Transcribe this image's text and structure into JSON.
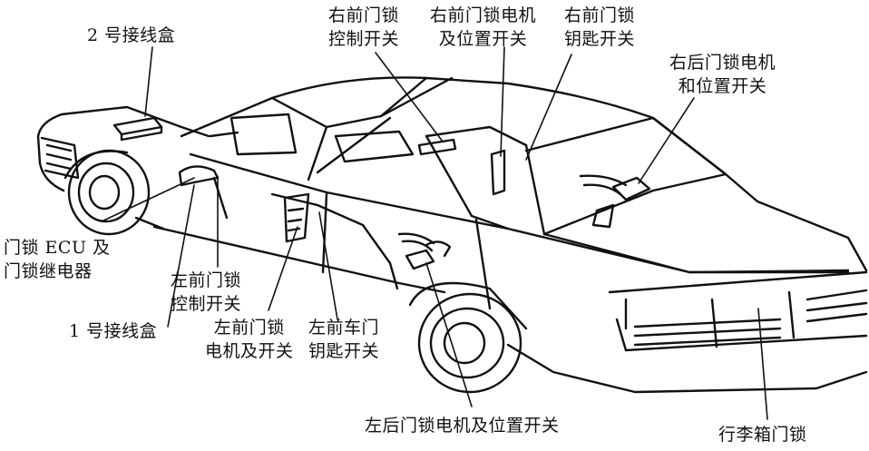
{
  "labels": {
    "junction_box_2": "2 号接线盒",
    "rf_lock_control_switch": "右前门锁\n控制开关",
    "rf_lock_motor_position_switch": "右前门锁电机\n及位置开关",
    "rf_lock_key_switch": "右前门锁\n钥匙开关",
    "rr_lock_motor_position_switch": "右后门锁电机\n和位置开关",
    "door_lock_ecu_relay": "门锁 ECU 及\n门锁继电器",
    "lf_lock_control_switch": "左前门锁\n控制开关",
    "junction_box_1": "1 号接线盒",
    "lf_lock_motor_switch": "左前门锁\n电机及开关",
    "lf_door_key_switch": "左前车门\n钥匙开关",
    "lr_lock_motor_position_switch": "左后门锁电机及位置开关",
    "trunk_lock": "行李箱门锁"
  },
  "colors": {
    "ink": "#111111",
    "background": "#ffffff"
  }
}
